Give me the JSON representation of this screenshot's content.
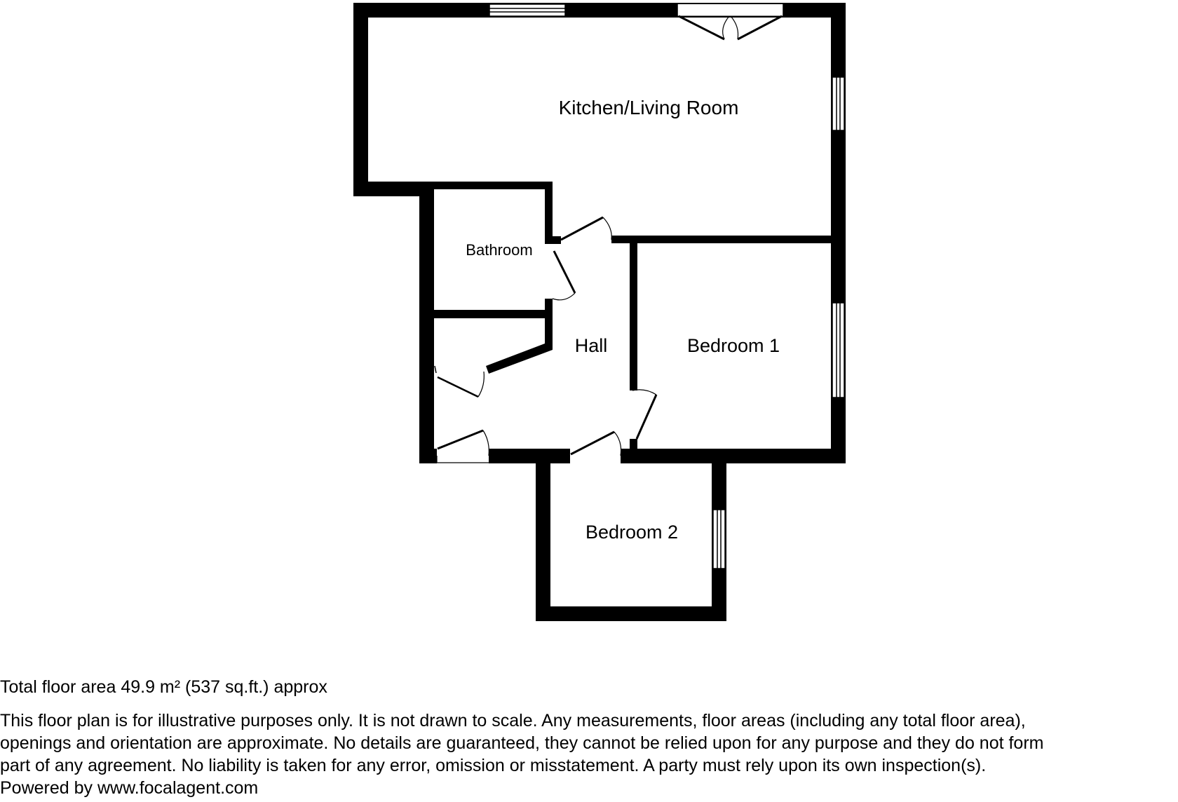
{
  "rooms": {
    "kitchen_living": "Kitchen/Living Room",
    "bathroom": "Bathroom",
    "hall": "Hall",
    "bedroom1": "Bedroom 1",
    "bedroom2": "Bedroom 2"
  },
  "footer": {
    "total_area": "Total floor area 49.9 m² (537 sq.ft.) approx",
    "disclaimer_lines": [
      "This floor plan is for illustrative purposes only. It is not drawn to scale. Any measurements, floor areas (including any total floor area),",
      "openings and orientation are approximate. No details are guaranteed, they cannot be relied upon for any purpose and they do not form",
      "part of any agreement. No liability is taken for any error, omission or misstatement. A party must rely upon its own inspection(s).",
      "Powered by www.focalagent.com"
    ]
  },
  "colors": {
    "wall": "#000000",
    "background": "#ffffff",
    "window_glass": "#ffffff"
  }
}
